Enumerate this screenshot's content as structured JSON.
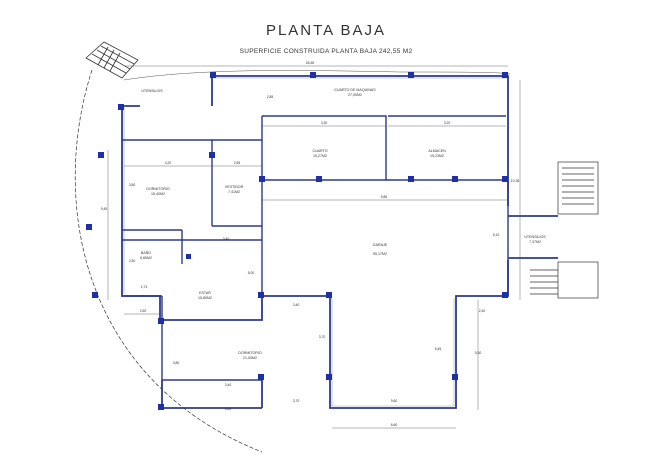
{
  "title": "PLANTA BAJA",
  "subtitle": "SUPERFICIE CONSTRUIDA PLANTA BAJA 242,55 M2",
  "rooms": [
    {
      "name": "UTENSILIOS",
      "area": ""
    },
    {
      "name": "CUARTO DE MAQUINAS",
      "area": "27,00M2"
    },
    {
      "name": "CUARTO",
      "area": "15,27M2"
    },
    {
      "name": "ALMACEN",
      "area": "15,23M2"
    },
    {
      "name": "DORMITORIO",
      "area": "15,40M2"
    },
    {
      "name": "VESTIDOR",
      "area": "7,41M2"
    },
    {
      "name": "GARAJE",
      "area": "95,17M2"
    },
    {
      "name": "UTENSILIOS",
      "area": "7,37M2"
    },
    {
      "name": "BAÑO",
      "area": "6,80M2"
    },
    {
      "name": "ESTAR",
      "area": "15,80M2"
    },
    {
      "name": "DORMITORIO",
      "area": "21,00M2"
    }
  ],
  "dimensions": {
    "top_total": "26,65",
    "cuarto_width": "3,30",
    "almacen_width": "3,20",
    "vertical_2_85": "2,85",
    "dorm_width": "4,20",
    "vest_width": "2,55",
    "garaje_top": "9,85",
    "left_height": "9,45",
    "dorm_height": "3,80",
    "bano_height": "2,50",
    "bano_width": "1,74",
    "estar_top": "3,40",
    "utensil_h": "5,10",
    "right_outer": "10,38",
    "garaje_h": "6,45",
    "left_lower": "2,60",
    "mid_w": "3,40",
    "left_mid_h": "3,80",
    "bottom_a": "3,40",
    "bottom_b": "3,60",
    "bottom_c": "3,70",
    "bottom_d": "9,60",
    "bottom_total": "6,60",
    "mid_v": "3,70",
    "right_v": "5,30",
    "right_v2": "5,00",
    "right_h": "2,40",
    "small_a": "2,00",
    "small_b": "2,02",
    "small_c": "3,00",
    "small_d": "3,40",
    "small_e": "3,60"
  }
}
